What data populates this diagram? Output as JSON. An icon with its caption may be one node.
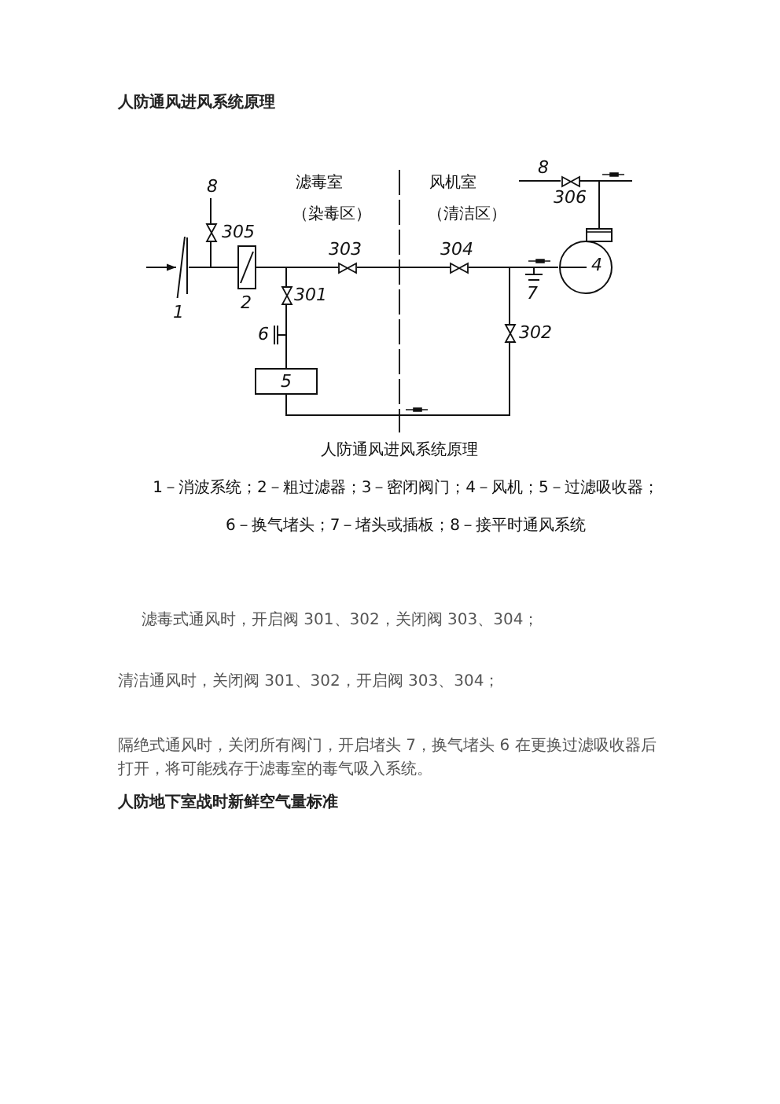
{
  "diagram": {
    "title": "人防通风进风系统原理",
    "caption": "人防通风进风系统原理",
    "nodes": [
      {
        "text": [
          "8"
        ]
      },
      {
        "text": [],
        "shape": "valve",
        "beside": [
          "305"
        ]
      },
      {
        "text": [],
        "shape": "bar",
        "beside": [
          "1"
        ]
      },
      {
        "text": [],
        "shape": "box",
        "beside": [
          "2"
        ]
      },
      {
        "text": [],
        "shape": "valve",
        "beside": [
          "303"
        ]
      },
      {
        "text": [],
        "shape": "valve",
        "beside": [
          "301"
        ]
      },
      {
        "text": [],
        "shape": "bar",
        "beside": [
          "6"
        ]
      },
      {
        "text": [
          "5"
        ]
      },
      {
        "text": [],
        "shape": "valve",
        "beside": [
          "304"
        ]
      },
      {
        "text": [],
        "shape": "valve",
        "beside": [
          "302"
        ]
      },
      {
        "text": [],
        "shape": "bar",
        "beside": [
          "7"
        ]
      },
      {
        "text": [
          "4"
        ]
      },
      {
        "text": [],
        "shape": "valve",
        "beside": [
          "306"
        ]
      }
    ],
    "edges": [
      {
        "from": null,
        "to": 2,
        "arrow": "to"
      },
      {
        "from": 2,
        "to": 3,
        "arrow": "none"
      },
      {
        "from": 2,
        "to": 1,
        "arrow": "none"
      },
      {
        "from": 1,
        "to": 0,
        "arrow": "none"
      },
      {
        "from": 3,
        "to": 4,
        "arrow": "none"
      },
      {
        "from": 3,
        "to": 5,
        "arrow": "none"
      },
      {
        "from": 4,
        "to": 8,
        "arrow": "none"
      },
      {
        "from": 5,
        "to": 7,
        "arrow": "none"
      },
      {
        "from": 5,
        "to": 6,
        "arrow": "none"
      },
      {
        "from": 7,
        "to": 9,
        "arrow": "none"
      },
      {
        "from": 8,
        "to": 11,
        "arrow": "none"
      },
      {
        "from": 9,
        "to": 11,
        "arrow": "none"
      },
      {
        "from": 10,
        "to": 11,
        "arrow": "none"
      },
      {
        "from": 11,
        "to": 12,
        "arrow": "none"
      },
      {
        "from": 11,
        "to": null,
        "arrow": "none"
      },
      {
        "from": 12,
        "to": null,
        "arrow": "none",
        "label": "8"
      }
    ],
    "labels": [
      "滤毒室",
      "（染毒区）",
      "风机室",
      "（清洁区）",
      "1－消波系统；2－粗过滤器；3－密闭阀门；4－风机；5－过滤吸收器；",
      "6－换气堵头；7－堵头或插板；8－接平时通风系统",
      "滤毒式通风时，开启阀 301、302，关闭阀 303、304；",
      "清洁通风时，关闭阀 301、302，开启阀 303、304；",
      "隔绝式通风时，关闭所有阀门，开启堵头 7，换气堵头 6 在更换过滤吸收器后打开，将可能残存于滤毒室的毒气吸入系统。",
      "人防地下室战时新鲜空气量标准"
    ]
  }
}
